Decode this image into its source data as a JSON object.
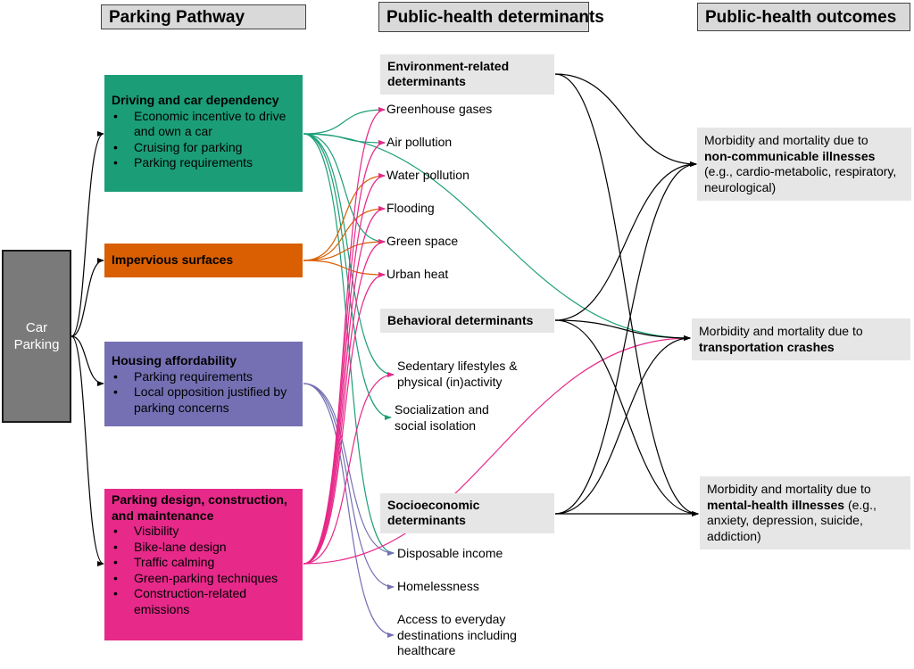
{
  "headers": {
    "pathway": "Parking Pathway",
    "determinants": "Public-health determinants",
    "outcomes": "Public-health outcomes"
  },
  "root": {
    "line1": "Car",
    "line2": "Parking",
    "color": "#7a7a7a"
  },
  "pathways": [
    {
      "id": "driving",
      "title": "Driving and car dependency",
      "color": "#1b9e77",
      "items": [
        "Economic incentive to drive and own a car",
        "Cruising for parking",
        "Parking requirements"
      ]
    },
    {
      "id": "impervious",
      "title": "Impervious surfaces",
      "color": "#d95f02",
      "items": []
    },
    {
      "id": "housing",
      "title": "Housing affordability",
      "color": "#7570b3",
      "items": [
        "Parking requirements",
        "Local opposition justified by parking concerns"
      ]
    },
    {
      "id": "design",
      "title": "Parking design, construction, and maintenance",
      "color": "#e7298a",
      "items": [
        "Visibility",
        "Bike-lane design",
        "Traffic calming",
        "Green-parking techniques",
        "Construction-related emissions"
      ]
    }
  ],
  "determinant_groups": [
    {
      "id": "env",
      "label": "Environment-related determinants",
      "items": [
        "Greenhouse gases",
        "Air pollution",
        "Water pollution",
        "Flooding",
        "Green space",
        "Urban heat"
      ]
    },
    {
      "id": "beh",
      "label": "Behavioral determinants",
      "items": [
        "Sedentary lifestyles & physical (in)activity",
        "Socialization and social isolation"
      ]
    },
    {
      "id": "soc",
      "label": "Socioeconomic determinants",
      "items": [
        "Disposable income",
        "Homelessness",
        "Access to everyday destinations including healthcare"
      ]
    }
  ],
  "outcomes": [
    {
      "id": "ncd",
      "prefix": "Morbidity and mortality due to",
      "bold": "non-communicable illnesses",
      "suffix": "(e.g., cardio-metabolic, respiratory, neurological)"
    },
    {
      "id": "crash",
      "prefix": "Morbidity and mortality due to",
      "bold": "transportation crashes",
      "suffix": ""
    },
    {
      "id": "mental",
      "prefix": "Morbidity and mortality due to",
      "bold": "mental-health illnesses",
      "suffix": "(e.g., anxiety, depression, suicide, addiction)"
    }
  ],
  "links": {
    "root_to_pathways": [
      "driving",
      "impervious",
      "housing",
      "design"
    ],
    "pathway_to_determinant": {
      "driving": [
        "Greenhouse gases",
        "Air pollution",
        "Green space",
        "Sedentary lifestyles & physical (in)activity",
        "Socialization and social isolation",
        "Disposable income"
      ],
      "driving_to_outcome": [
        "crash"
      ],
      "impervious": [
        "Water pollution",
        "Flooding",
        "Green space",
        "Urban heat"
      ],
      "housing": [
        "Disposable income",
        "Homelessness",
        "Access to everyday destinations including healthcare"
      ],
      "design": [
        "Greenhouse gases",
        "Air pollution",
        "Water pollution",
        "Flooding",
        "Green space",
        "Urban heat",
        "Sedentary lifestyles & physical (in)activity"
      ],
      "design_to_outcome": [
        "crash"
      ]
    },
    "group_to_outcome": {
      "env": [
        "ncd",
        "mental"
      ],
      "beh": [
        "ncd",
        "crash",
        "mental"
      ],
      "soc": [
        "ncd",
        "crash",
        "mental"
      ]
    },
    "outcome_link_color": "#000000"
  }
}
